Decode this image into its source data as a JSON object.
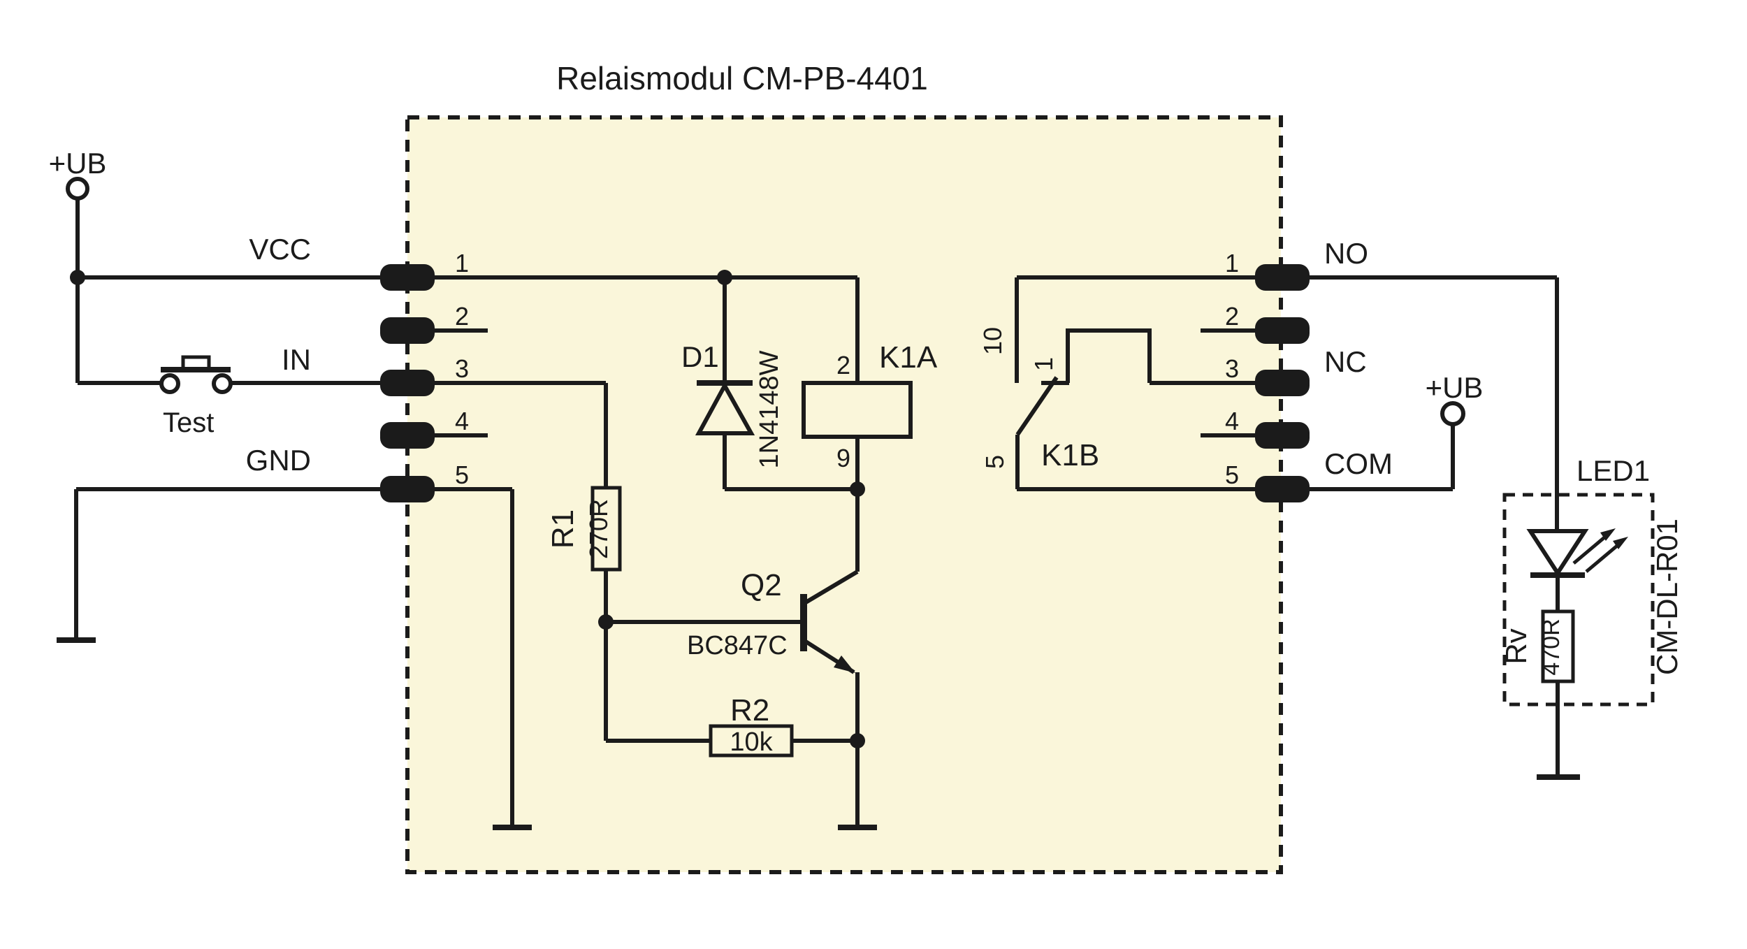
{
  "title": "Relaismodul CM-PB-4401",
  "colors": {
    "module_fill": "#FAF6DA",
    "line": "#1b1b1b",
    "led_accent": "#29A9E1"
  },
  "external_left": {
    "supply_label": "+UB",
    "button_label": "Test"
  },
  "module": {
    "left_pins": [
      {
        "number": "1",
        "label": "VCC"
      },
      {
        "number": "2",
        "label": ""
      },
      {
        "number": "3",
        "label": "IN"
      },
      {
        "number": "4",
        "label": ""
      },
      {
        "number": "5",
        "label": "GND"
      }
    ],
    "right_pins": [
      {
        "number": "1",
        "label": "NO"
      },
      {
        "number": "2",
        "label": ""
      },
      {
        "number": "3",
        "label": "NC"
      },
      {
        "number": "4",
        "label": ""
      },
      {
        "number": "5",
        "label": "COM"
      }
    ],
    "diode": {
      "ref": "D1",
      "part": "1N4148W"
    },
    "coil": {
      "ref": "K1A",
      "pin_top": "2",
      "pin_bottom": "9"
    },
    "contact": {
      "ref": "K1B",
      "no_pin": "10",
      "nc_pin": "1",
      "com_pin": "5"
    },
    "r1": {
      "ref": "R1",
      "value": "270R"
    },
    "r2": {
      "ref": "R2",
      "value": "10k"
    },
    "q2": {
      "ref": "Q2",
      "part": "BC847C"
    }
  },
  "external_right": {
    "supply_label": "+UB",
    "led_module": {
      "ref": "LED1",
      "part": "CM-DL-R01",
      "rv_ref": "Rv",
      "rv_value": "470R"
    }
  }
}
